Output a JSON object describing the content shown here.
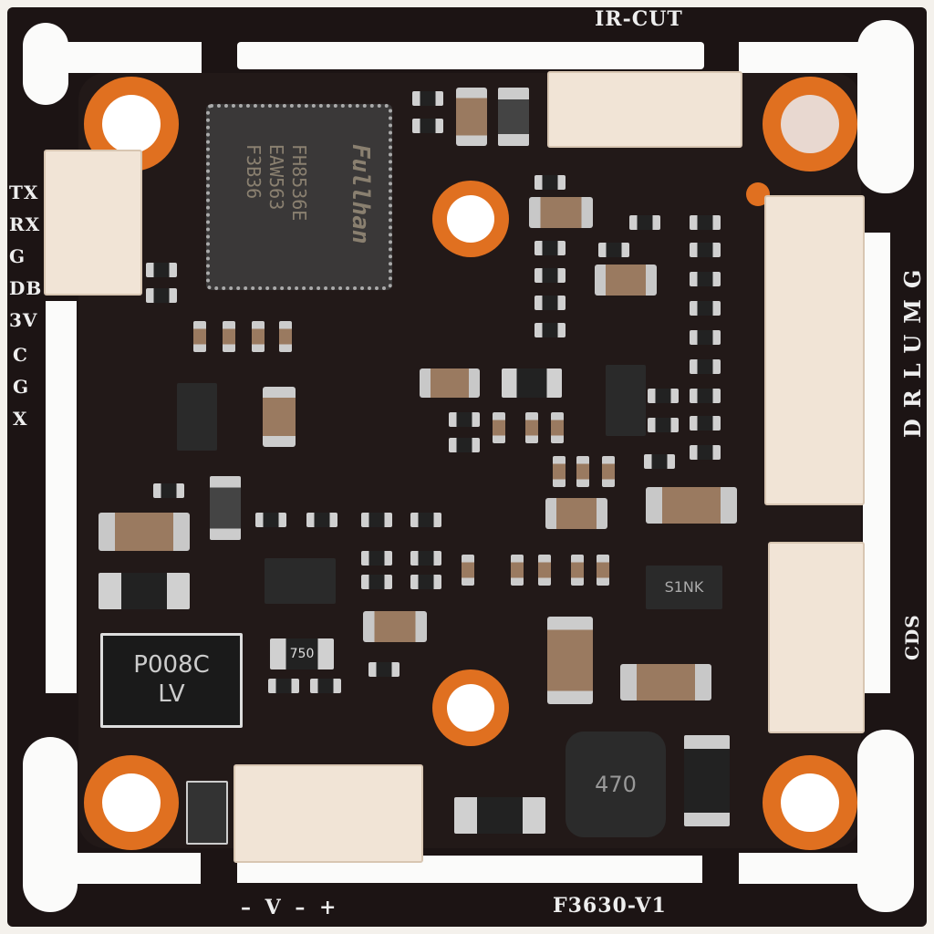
{
  "board": {
    "top_label": "IR-CUT",
    "bottom_label": "F3630-V1",
    "power_label": "– V – +",
    "left_labels": [
      "TX",
      "RX",
      "G",
      "DB",
      "3V"
    ],
    "left_labels2": [
      "C",
      "G",
      "X"
    ],
    "right_label": "DRLUMG",
    "cds_label": "CDS"
  },
  "processor": {
    "brand": "Fullhan",
    "lines": [
      "FH8536E",
      "EAW563",
      "F3B36"
    ]
  },
  "components": {
    "diode": [
      "P008C",
      "LV"
    ],
    "resistor_code": "750",
    "inductor_code": "470",
    "mosfet_code": "S1NK"
  },
  "colors": {
    "pcb": "#1c1414",
    "silkscreen": "#fbfbfa",
    "pad_ring": "#e07020",
    "connector": "#f1e4d6"
  }
}
